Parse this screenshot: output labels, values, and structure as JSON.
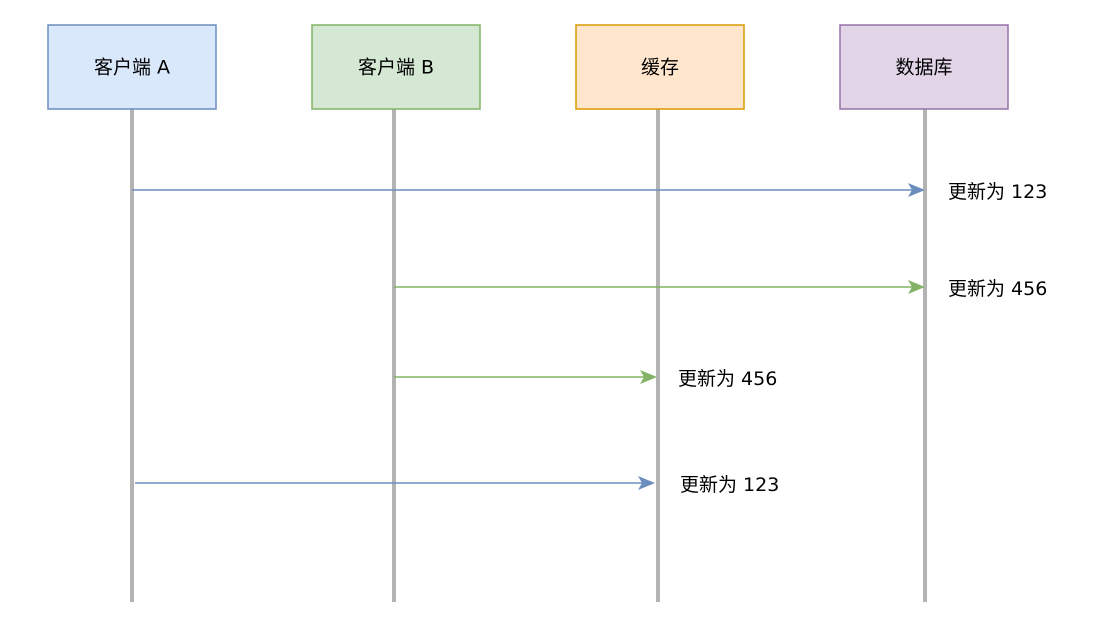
{
  "participants": [
    {
      "label": "客户端 A",
      "fill": "#dae8fc",
      "stroke": "#6c8ebf"
    },
    {
      "label": "客户端 B",
      "fill": "#d5e8d4",
      "stroke": "#82b366"
    },
    {
      "label": "缓存",
      "fill": "#ffe6cc",
      "stroke": "#d79b00"
    },
    {
      "label": "数据库",
      "fill": "#e1d5e7",
      "stroke": "#9673a6"
    }
  ],
  "lifeline_color": "#b3b3b3",
  "messages": [
    {
      "from": 0,
      "to": 3,
      "label": "更新为 123",
      "color": "#6c8ebf"
    },
    {
      "from": 1,
      "to": 3,
      "label": "更新为 456",
      "color": "#82b366"
    },
    {
      "from": 1,
      "to": 2,
      "label": "更新为 456",
      "color": "#82b366"
    },
    {
      "from": 0,
      "to": 2,
      "label": "更新为 123",
      "color": "#6c8ebf"
    }
  ]
}
